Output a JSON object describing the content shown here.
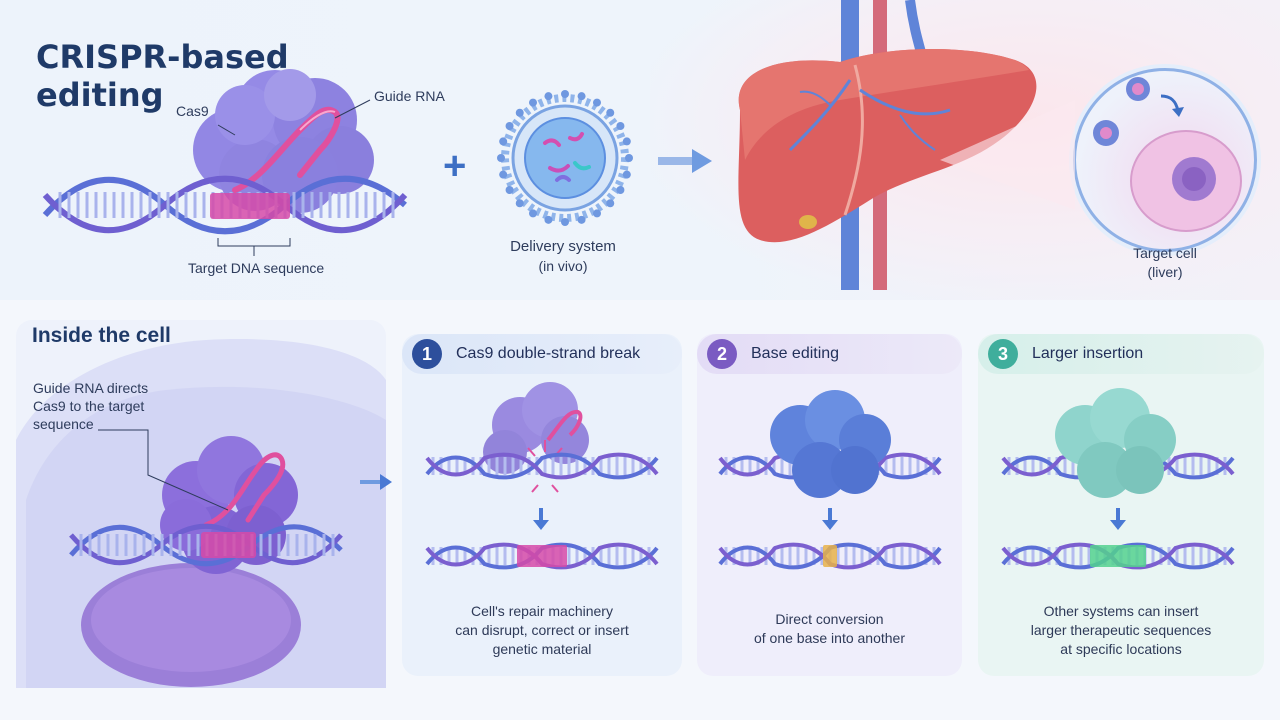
{
  "header": {
    "title_line1": "CRISPR-based",
    "title_line2": "editing"
  },
  "top": {
    "cas9_label": "Cas9",
    "guide_rna_label": "Guide RNA",
    "target_dna_label": "Target DNA sequence",
    "delivery_line1": "Delivery system",
    "delivery_line2": "(in vivo)",
    "target_cell_line1": "Target cell",
    "target_cell_line2": "(liver)"
  },
  "inside": {
    "title": "Inside the cell",
    "note_line1": "Guide RNA directs",
    "note_line2": "Cas9 to the target",
    "note_line3": "sequence"
  },
  "steps": [
    {
      "number": "1",
      "title": "Cas9 double-strand break",
      "caption_line1": "Cell's repair machinery",
      "caption_line2": "can disrupt, correct or insert",
      "caption_line3": "genetic material",
      "accent": "#2d4f9c"
    },
    {
      "number": "2",
      "title": "Base editing",
      "caption_line1": "Direct conversion",
      "caption_line2": "of one base into another",
      "caption_line3": "",
      "accent": "#7a5bc2"
    },
    {
      "number": "3",
      "title": "Larger insertion",
      "caption_line1": "Other systems can insert",
      "caption_line2": "larger therapeutic sequences",
      "caption_line3": "at specific locations",
      "accent": "#3fae9c"
    }
  ],
  "colors": {
    "dna_blue": "#5a6fd6",
    "dna_purple": "#7b5fcf",
    "guide_pink": "#e0509e",
    "cas9_purple": "#8f84e0",
    "liver_red": "#d95a5a"
  }
}
